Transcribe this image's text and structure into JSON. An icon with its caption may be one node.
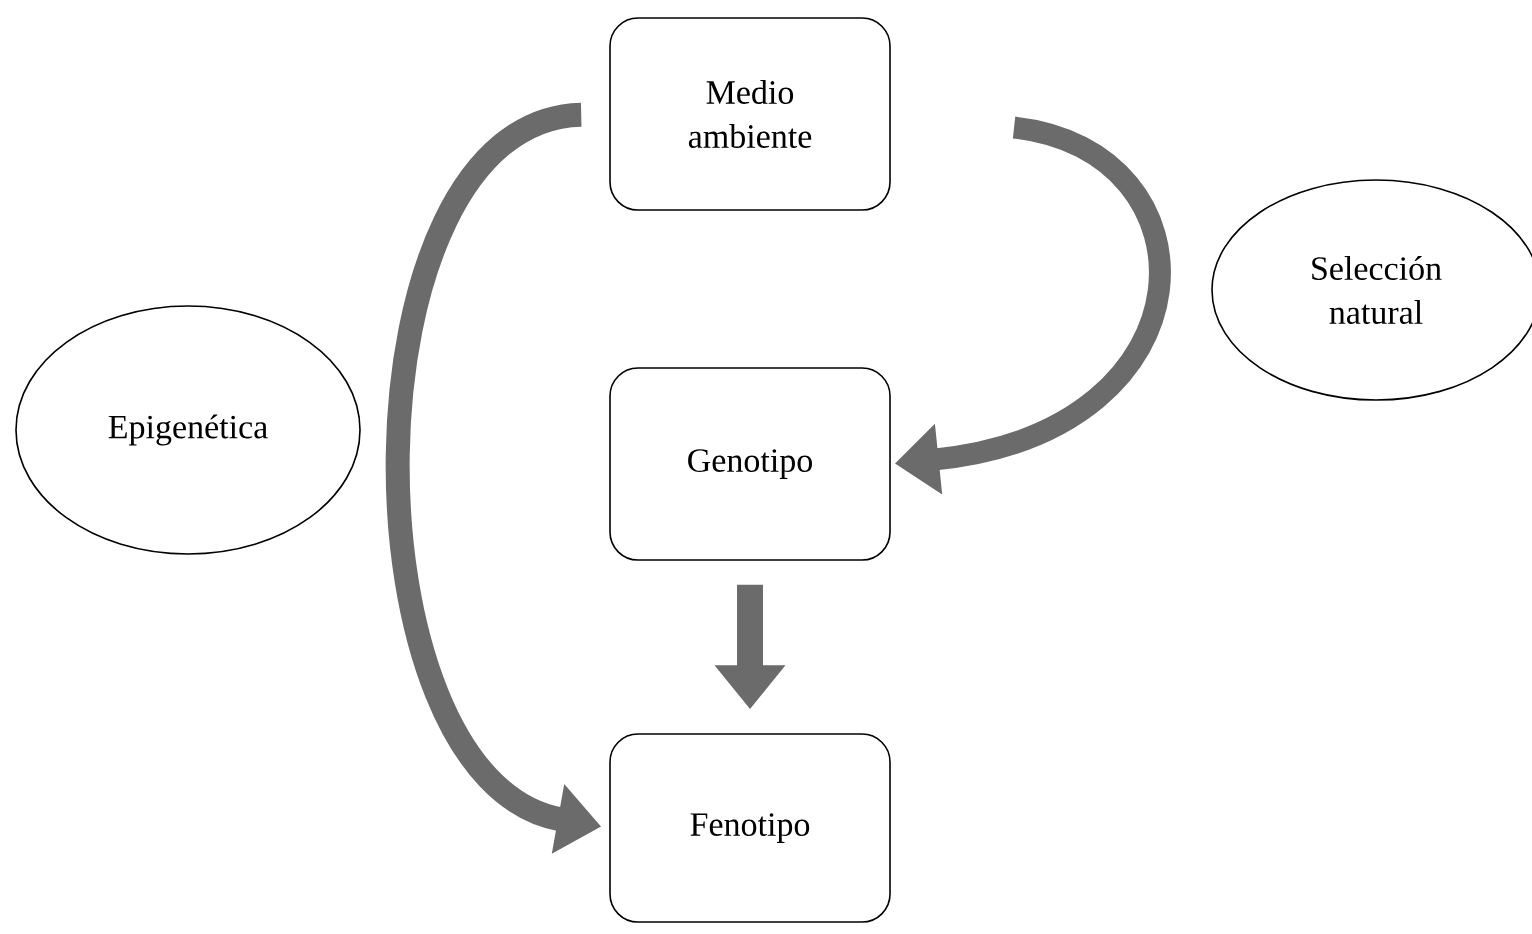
{
  "diagram": {
    "nodes": [
      {
        "text": [
          "Medio ambiente"
        ]
      },
      {
        "text": [
          "Selección natural"
        ]
      },
      {
        "text": [
          "Epigenética"
        ]
      },
      {
        "text": [
          "Genotipo"
        ]
      },
      {
        "text": [
          "Fenotipo"
        ]
      }
    ],
    "edges": [
      {
        "from": 0,
        "to": 3,
        "arrow": "to"
      },
      {
        "from": 0,
        "to": 4,
        "arrow": "to"
      },
      {
        "from": 3,
        "to": 4,
        "arrow": "to"
      }
    ]
  }
}
